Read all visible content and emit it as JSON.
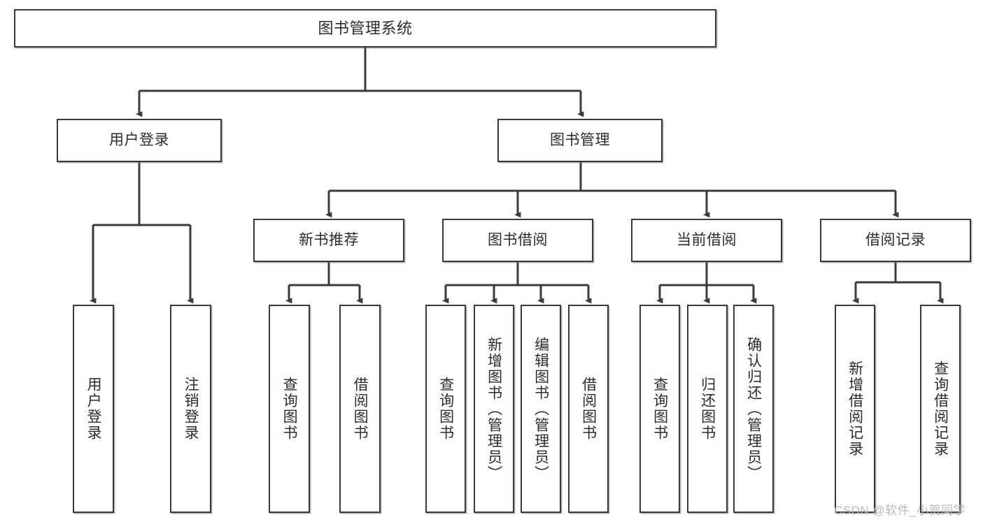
{
  "diagram": {
    "title": "图书管理系统",
    "watermark": "CSDN @软件_小贺同学",
    "colors": {
      "border": "#3a3a3a",
      "background": "#ffffff",
      "text": "#2b2b2b",
      "edge": "#3a3a3a",
      "watermark": "#b9b9b9"
    },
    "root": {
      "label": "图书管理系统"
    },
    "level2": [
      {
        "label": "用户登录"
      },
      {
        "label": "图书管理"
      }
    ],
    "level3": [
      {
        "label": "新书推荐"
      },
      {
        "label": "图书借阅"
      },
      {
        "label": "当前借阅"
      },
      {
        "label": "借阅记录"
      }
    ],
    "leaves": [
      {
        "label": "用户登录"
      },
      {
        "label": "注销登录"
      },
      {
        "label": "查询图书"
      },
      {
        "label": "借阅图书"
      },
      {
        "label": "查询图书"
      },
      {
        "label": "新增图书（管理员）"
      },
      {
        "label": "编辑图书（管理员）"
      },
      {
        "label": "借阅图书"
      },
      {
        "label": "查询图书"
      },
      {
        "label": "归还图书"
      },
      {
        "label": "确认归还（管理员）"
      },
      {
        "label": "新增借阅记录"
      },
      {
        "label": "查询借阅记录"
      }
    ]
  }
}
